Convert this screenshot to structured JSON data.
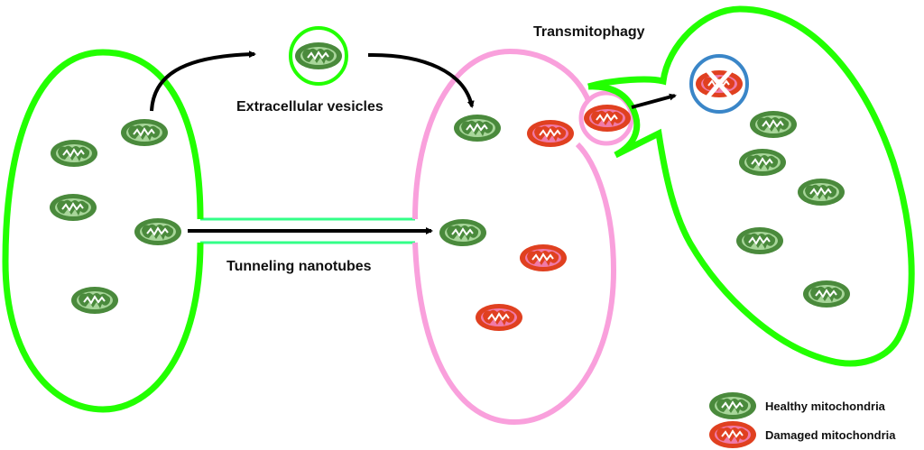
{
  "labels": {
    "extracellular_vesicles": "Extracellular vesicles",
    "tunneling_nanotubes": "Tunneling nanotubes",
    "transmitophagy": "Transmitophagy"
  },
  "legend": {
    "healthy": "Healthy mitochondria",
    "damaged": "Damaged mitochondria"
  },
  "colors": {
    "healthy_cell": "#22ff00",
    "recipient_cell": "#f9a0dc",
    "nanotube": "#33ff88",
    "healthy_mito": "#4a8a3c",
    "healthy_mito_inner": "#a8d69a",
    "damaged_mito": "#e04020",
    "damaged_mito_inner": "#f07aa8",
    "lysosome": "#3a86c8",
    "arrow": "#000000"
  },
  "cells": [
    {
      "name": "donor-cell",
      "type": "healthy",
      "healthy_mito_count": 5,
      "damaged_mito_count": 0
    },
    {
      "name": "recipient-cell",
      "type": "stressed",
      "healthy_mito_count": 2,
      "damaged_mito_count": 4
    },
    {
      "name": "phagocytic-cell",
      "type": "healthy",
      "healthy_mito_count": 5,
      "damaged_mito_count": 1
    }
  ]
}
